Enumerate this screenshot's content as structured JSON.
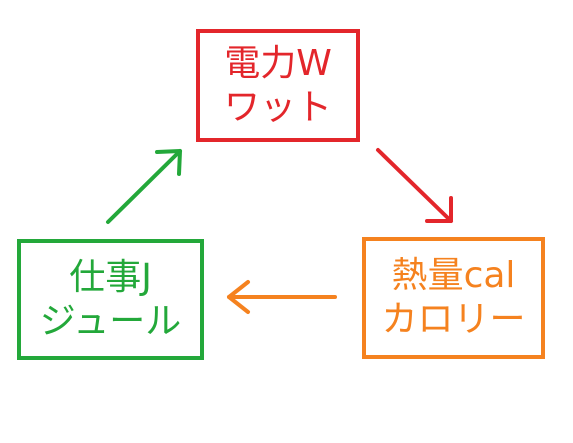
{
  "nodes": {
    "power": {
      "line1": "電力W",
      "line2": "ワット",
      "color": "#e3262b"
    },
    "heat": {
      "line1": "熱量cal",
      "line2": "カロリー",
      "color": "#f5821f"
    },
    "work": {
      "line1": "仕事J",
      "line2": "ジュール",
      "color": "#23a83a"
    }
  },
  "edges": [
    {
      "from": "power",
      "to": "heat",
      "color": "#e3262b"
    },
    {
      "from": "heat",
      "to": "work",
      "color": "#f5821f"
    },
    {
      "from": "work",
      "to": "power",
      "color": "#23a83a"
    }
  ]
}
